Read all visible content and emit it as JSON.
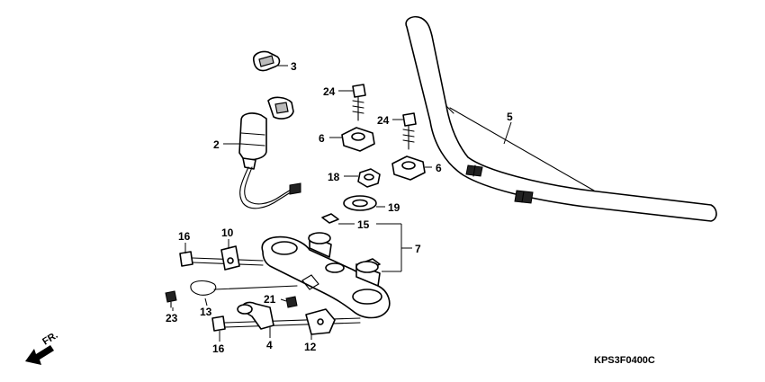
{
  "diagram_code": "KPS3F0400C",
  "direction_label": "FR.",
  "callouts": {
    "c2": "2",
    "c3": "3",
    "c4": "4",
    "c5": "5",
    "c6a": "6",
    "c6b": "6",
    "c7": "7",
    "c10": "10",
    "c12": "12",
    "c13": "13",
    "c15": "15",
    "c16a": "16",
    "c16b": "16",
    "c18": "18",
    "c19": "19",
    "c21": "21",
    "c23": "23",
    "c24a": "24",
    "c24b": "24"
  }
}
